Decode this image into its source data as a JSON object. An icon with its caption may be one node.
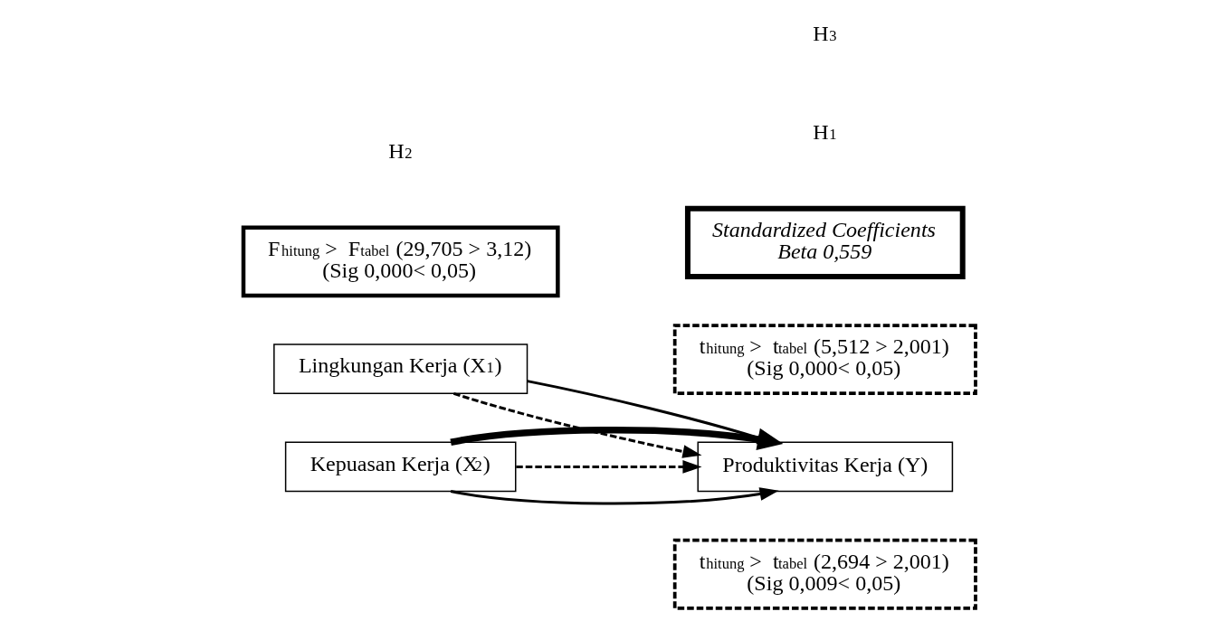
{
  "diagram": {
    "nodes": [
      {
        "text": [
          "t$_{hitung}$ >  t$_{tabel}$ (2,694 > 2,001) (Sig 0,009< 0,05)"
        ]
      },
      {
        "text": [
          "Lingkungan Kerja (X$_{1}$)"
        ]
      },
      {
        "text": [
          "F$_{hitung}$ >  F$_{tabel}$ (29,705 > 3,12) (Sig 0,000< 0,05)"
        ]
      },
      {
        "text": [
          "Produktivitas Kerja (Y)"
        ]
      },
      {
        "text": [
          "t$_{hitung}$ >  t$_{tabel}$ (5,512 > 2,001) (Sig 0,000< 0,05)"
        ]
      },
      {
        "text": [
          "Kepuasan Kerja (X$_{2}$)"
        ]
      },
      {
        "text": [
          "Standardized Coefficients Beta 0,559"
        ]
      }
    ],
    "edges": [
      {
        "from": 1,
        "to": 3,
        "arrow": "to",
        "style": "dashed"
      },
      {
        "from": 1,
        "to": 3,
        "arrow": "to"
      },
      {
        "from": 5,
        "to": 3,
        "arrow": "to"
      },
      {
        "from": 5,
        "to": 3,
        "arrow": "to",
        "style": "dashed"
      },
      {
        "from": 5,
        "to": 3,
        "arrow": "to",
        "style": "thick"
      }
    ],
    "labels": [
      "H$_{1}$",
      "H$_{2}$",
      "H$_{3}$"
    ]
  }
}
